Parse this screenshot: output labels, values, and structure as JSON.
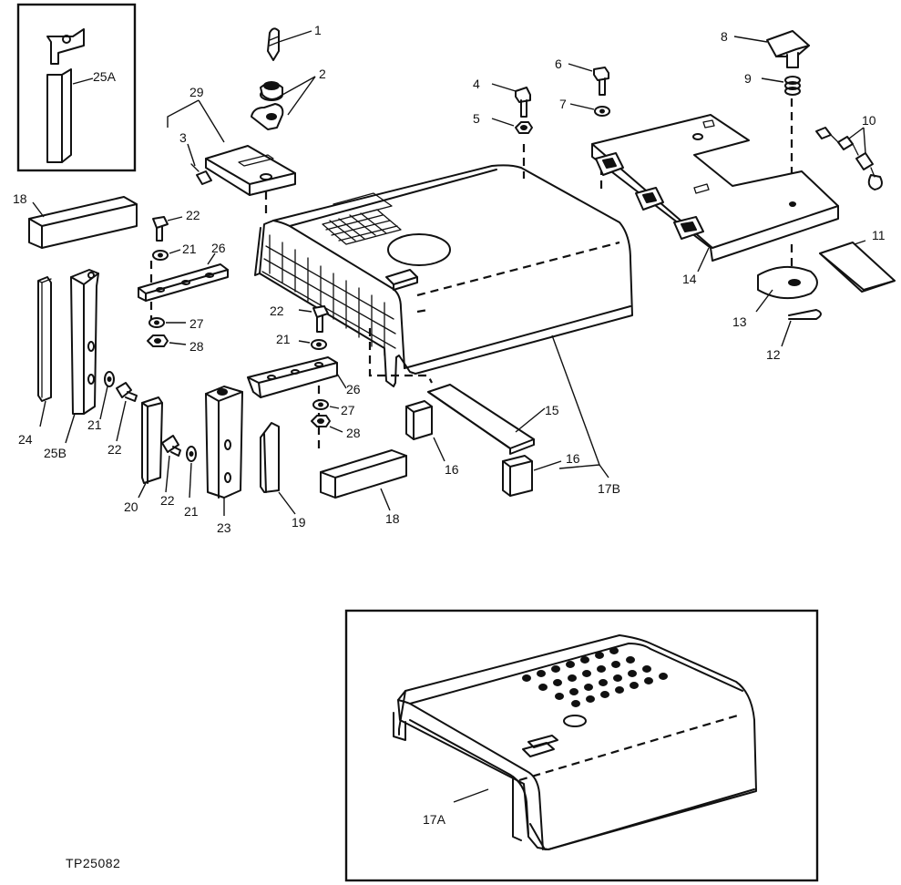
{
  "figure_id": "TP25082",
  "callouts": {
    "c1": "1",
    "c2": "2",
    "c3": "3",
    "c4": "4",
    "c5": "5",
    "c6": "6",
    "c7": "7",
    "c8": "8",
    "c9": "9",
    "c10": "10",
    "c11": "11",
    "c12": "12",
    "c13": "13",
    "c14": "14",
    "c15": "15",
    "c16a": "16",
    "c16b": "16",
    "c17A": "17A",
    "c17B": "17B",
    "c18a": "18",
    "c18b": "18",
    "c19": "19",
    "c20": "20",
    "c21a": "21",
    "c21b": "21",
    "c21c": "21",
    "c21d": "21",
    "c22a": "22",
    "c22b": "22",
    "c22c": "22",
    "c22d": "22",
    "c23": "23",
    "c24": "24",
    "c25A": "25A",
    "c25B": "25B",
    "c26a": "26",
    "c26b": "26",
    "c27a": "27",
    "c27b": "27",
    "c28a": "28",
    "c28b": "28",
    "c29": "29"
  }
}
